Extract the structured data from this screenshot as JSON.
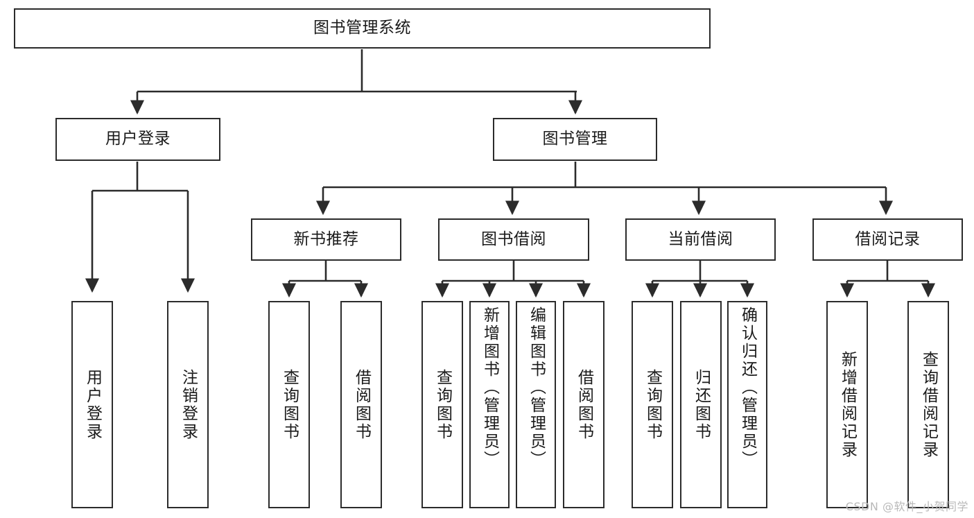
{
  "diagram": {
    "title": "图书管理系统",
    "type": "tree-hierarchy",
    "watermark": "CSDN @软件_小贺同学",
    "colors": {
      "stroke": "#2b2b2b",
      "fill": "#ffffff",
      "text": "#1a1a1a",
      "watermark": "#b9b9b9"
    },
    "nodes": {
      "root": {
        "label": "图书管理系统",
        "orientation": "horizontal"
      },
      "level2": [
        {
          "id": "user-login",
          "label": "用户登录",
          "orientation": "horizontal"
        },
        {
          "id": "book-manage",
          "label": "图书管理",
          "orientation": "horizontal"
        }
      ],
      "level3": [
        {
          "id": "new-book-recommend",
          "label": "新书推荐",
          "orientation": "horizontal"
        },
        {
          "id": "book-borrow",
          "label": "图书借阅",
          "orientation": "horizontal"
        },
        {
          "id": "current-borrow",
          "label": "当前借阅",
          "orientation": "horizontal"
        },
        {
          "id": "borrow-record",
          "label": "借阅记录",
          "orientation": "horizontal"
        }
      ],
      "leaves": [
        {
          "id": "leaf-user-login",
          "label": "用户登录",
          "parent": "user-login",
          "orientation": "vertical"
        },
        {
          "id": "leaf-logout-login",
          "label": "注销登录",
          "parent": "user-login",
          "orientation": "vertical"
        },
        {
          "id": "leaf-query-book-1",
          "label": "查询图书",
          "parent": "new-book-recommend",
          "orientation": "vertical"
        },
        {
          "id": "leaf-borrow-book-1",
          "label": "借阅图书",
          "parent": "new-book-recommend",
          "orientation": "vertical"
        },
        {
          "id": "leaf-query-book-2",
          "label": "查询图书",
          "parent": "book-borrow",
          "orientation": "vertical"
        },
        {
          "id": "leaf-add-book",
          "label": "新增图书（管理员）",
          "parent": "book-borrow",
          "orientation": "vertical"
        },
        {
          "id": "leaf-edit-book",
          "label": "编辑图书（管理员）",
          "parent": "book-borrow",
          "orientation": "vertical"
        },
        {
          "id": "leaf-borrow-book-2",
          "label": "借阅图书",
          "parent": "book-borrow",
          "orientation": "vertical"
        },
        {
          "id": "leaf-query-book-3",
          "label": "查询图书",
          "parent": "current-borrow",
          "orientation": "vertical"
        },
        {
          "id": "leaf-return-book",
          "label": "归还图书",
          "parent": "current-borrow",
          "orientation": "vertical"
        },
        {
          "id": "leaf-confirm-return",
          "label": "确认归还（管理员）",
          "parent": "current-borrow",
          "orientation": "vertical"
        },
        {
          "id": "leaf-add-record",
          "label": "新增借阅记录",
          "parent": "borrow-record",
          "orientation": "vertical"
        },
        {
          "id": "leaf-query-record",
          "label": "查询借阅记录",
          "parent": "borrow-record",
          "orientation": "vertical"
        }
      ]
    }
  }
}
